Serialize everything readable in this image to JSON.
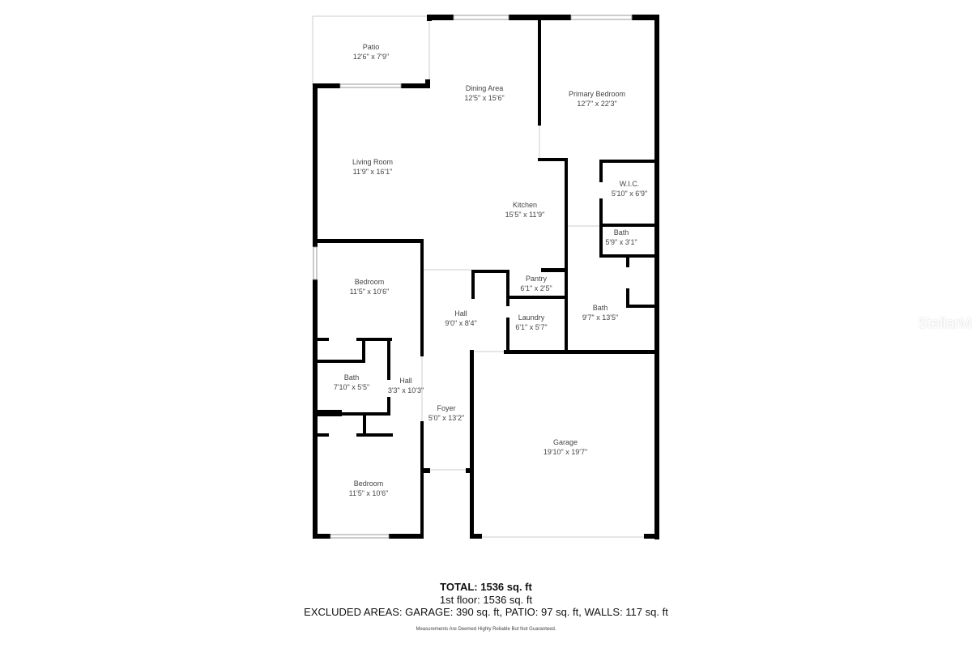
{
  "rooms": [
    {
      "name": "Patio",
      "dims": "12'6\" x 7'9\""
    },
    {
      "name": "Dining Area",
      "dims": "12'5\" x 15'6\""
    },
    {
      "name": "Primary Bedroom",
      "dims": "12'7\" x 22'3\""
    },
    {
      "name": "Living Room",
      "dims": "11'9\" x 16'1\""
    },
    {
      "name": "Kitchen",
      "dims": "15'5\" x 11'9\""
    },
    {
      "name": "W.I.C.",
      "dims": "5'10\" x 6'9\""
    },
    {
      "name": "Bath",
      "dims": "5'9\" x 3'1\""
    },
    {
      "name": "Bedroom",
      "dims": "11'5\" x 10'6\""
    },
    {
      "name": "Pantry",
      "dims": "6'1\" x 2'5\""
    },
    {
      "name": "Hall",
      "dims": "9'0\" x 8'4\""
    },
    {
      "name": "Laundry",
      "dims": "6'1\" x 5'7\""
    },
    {
      "name": "Bath",
      "dims": "9'7\" x 13'5\""
    },
    {
      "name": "Bath",
      "dims": "7'10\" x 5'5\""
    },
    {
      "name": "Hall",
      "dims": "3'3\" x 10'3\""
    },
    {
      "name": "Foyer",
      "dims": "5'0\" x 13'2\""
    },
    {
      "name": "Garage",
      "dims": "19'10\" x 19'7\""
    },
    {
      "name": "Bedroom",
      "dims": "11'5\" x 10'6\""
    }
  ],
  "summary": {
    "total": "TOTAL: 1536 sq. ft",
    "floor": "1st floor: 1536 sq. ft",
    "excluded": "EXCLUDED AREAS: GARAGE: 390 sq. ft, PATIO: 97 sq. ft, WALLS: 117 sq. ft",
    "disclaimer": "Measurements Are Deemed Highly Reliable But Not Guaranteed."
  },
  "watermark": "StellarMLS",
  "colors": {
    "wall": "#000000",
    "background": "#ffffff",
    "text": "#333333"
  }
}
